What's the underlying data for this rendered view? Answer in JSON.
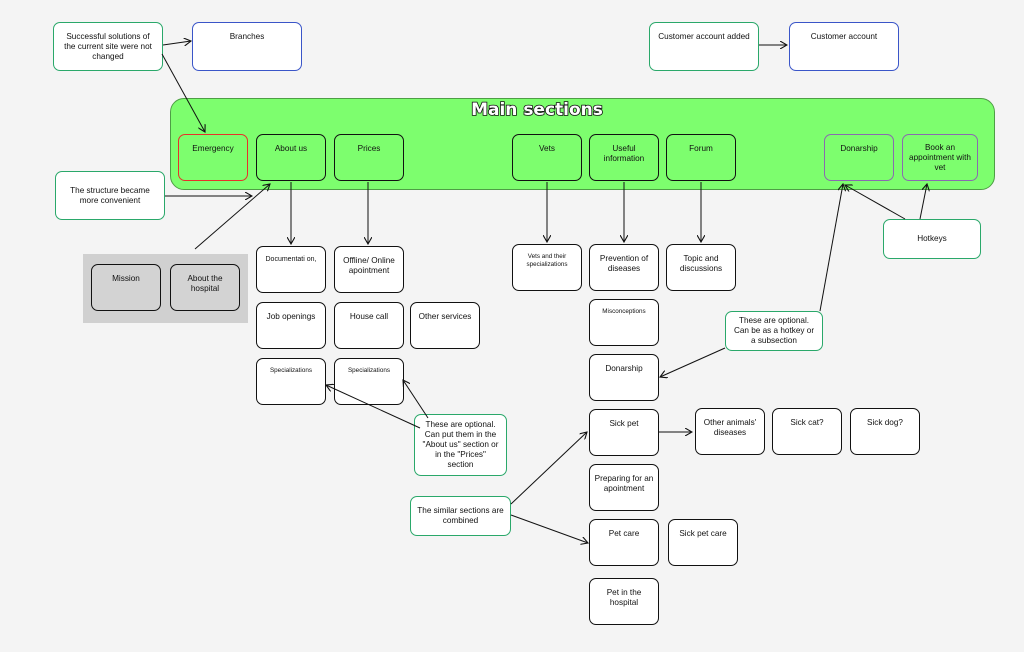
{
  "main_sections": {
    "title": "Main sections",
    "items": [
      "Emergency",
      "About us",
      "Prices",
      "Vets",
      "Useful information",
      "Forum",
      "Donarship",
      "Book an appointment with vet"
    ]
  },
  "top": {
    "branches": "Branches",
    "customer_account_added": "Customer account added",
    "customer_account": "Customer account"
  },
  "about_group": {
    "mission": "Mission",
    "about_hospital": "About the hospital"
  },
  "about_children": [
    "Documentati on,",
    "Job openings",
    "Specializations"
  ],
  "prices_children": [
    "Offline/ Online apointment",
    "House call",
    "Other services",
    "Specializations"
  ],
  "vets_children": [
    "Vets and their specializations"
  ],
  "useful_children": [
    "Prevention of diseases",
    "Misconceptions",
    "Donarship",
    "Sick pet",
    "Preparing for an apointment",
    "Pet care",
    "Pet in the hospital"
  ],
  "sick_pet_children": [
    "Other animals' diseases",
    "Sick cat?",
    "Sick dog?"
  ],
  "pet_care_children": [
    "Sick pet care"
  ],
  "forum_children": [
    "Topic and discussions"
  ],
  "notes": {
    "successful": "Successful solutions of the current site were not changed",
    "structure": "The structure became more convenient",
    "optional_prices": "These are optional. Can put them in the \"About us\" section or in the \"Prices\" section",
    "similar": "The similar sections are combined",
    "optional_hotkey": "These are optional. Can be as a hotkey or a subsection",
    "hotkeys": "Hotkeys"
  },
  "colors": {
    "section_green": "#7dfe6e",
    "note_border": "#2aa86a",
    "blue_border": "#3a55c8",
    "emergency_border": "#e8312a",
    "purple_border": "#8a6ab0"
  }
}
